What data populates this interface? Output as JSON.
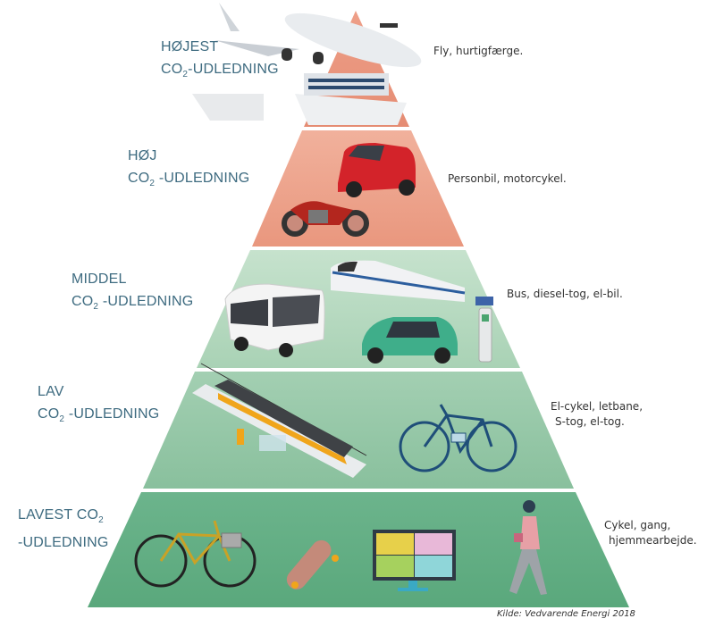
{
  "tiers": [
    {
      "level_line1": "HØJEST",
      "level_prefix": "CO",
      "level_sub": "2",
      "level_suffix": "-UDLEDNING",
      "description": "Fly, hurtigfærge.",
      "color": "#e8937a",
      "icons": [
        "airplane",
        "cruise-ship"
      ]
    },
    {
      "level_line1": "HØJ",
      "level_prefix": "CO",
      "level_sub": "2",
      "level_suffix": " -UDLEDNING",
      "description": "Personbil, motorcykel.",
      "color": "#eda38b",
      "icons": [
        "car",
        "motorcycle"
      ]
    },
    {
      "level_line1": "MIDDEL",
      "level_prefix": "CO",
      "level_sub": "2",
      "level_suffix": " -UDLEDNING",
      "description": "Bus, diesel-tog, el-bil.",
      "color": "#b9dbc3",
      "icons": [
        "bus",
        "train",
        "electric-car",
        "charging-station"
      ]
    },
    {
      "level_line1": "LAV",
      "level_prefix": "CO",
      "level_sub": "2",
      "level_suffix": " -UDLEDNING",
      "description_line1": "El-cykel, letbane,",
      "description_line2": "S-tog, el-tog.",
      "color": "#95c7a7",
      "icons": [
        "light-rail",
        "electric-bicycle"
      ]
    },
    {
      "level_line1_prefix": "LAVEST CO",
      "level_sub": "2",
      "level_line2": "-UDLEDNING",
      "description_line1": "Cykel, gang,",
      "description_line2": "hjemmearbejde.",
      "color": "#63ae85",
      "icons": [
        "bicycle",
        "skateboard",
        "video-call-monitor",
        "walking-person"
      ]
    }
  ],
  "source": "Kilde: Vedvarende Energi 2018",
  "colors": {
    "label_text": "#3e6b80"
  }
}
